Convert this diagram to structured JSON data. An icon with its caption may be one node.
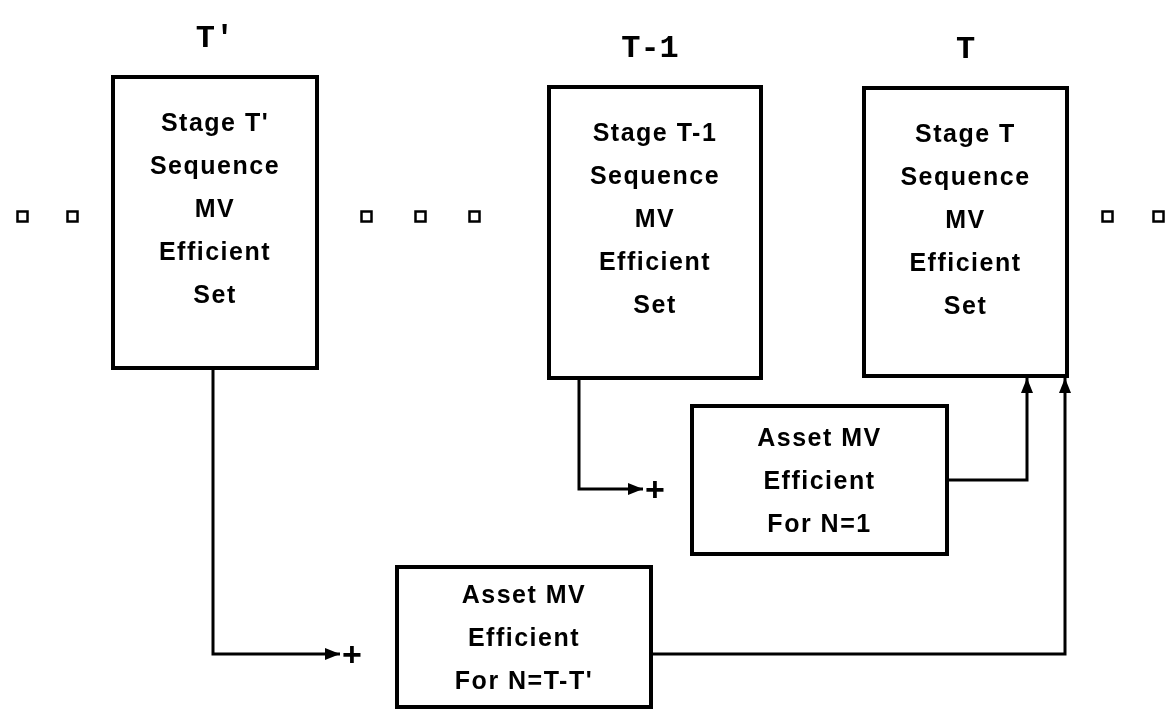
{
  "diagram": {
    "nodes": [
      {
        "text": [
          "T'",
          "Stage T' Sequence MV Efficient Set"
        ]
      },
      {
        "text": [
          "T-1",
          "Stage T-1 Sequence MV Efficient Set"
        ]
      },
      {
        "text": [
          "T",
          "Stage T Sequence MV Efficient Set"
        ]
      },
      {
        "text": [
          "+"
        ]
      },
      {
        "text": [
          "Asset MV Efficient For N=1"
        ]
      },
      {
        "text": [
          "+"
        ]
      },
      {
        "text": [
          "Asset MV Efficient For N=T-T'"
        ]
      }
    ],
    "edges": [
      {
        "from": 0,
        "to": 5,
        "arrow": "to"
      },
      {
        "from": 1,
        "to": 3,
        "arrow": "to"
      },
      {
        "from": 4,
        "to": 2,
        "arrow": "to"
      },
      {
        "from": 6,
        "to": 2,
        "arrow": "to"
      }
    ]
  }
}
